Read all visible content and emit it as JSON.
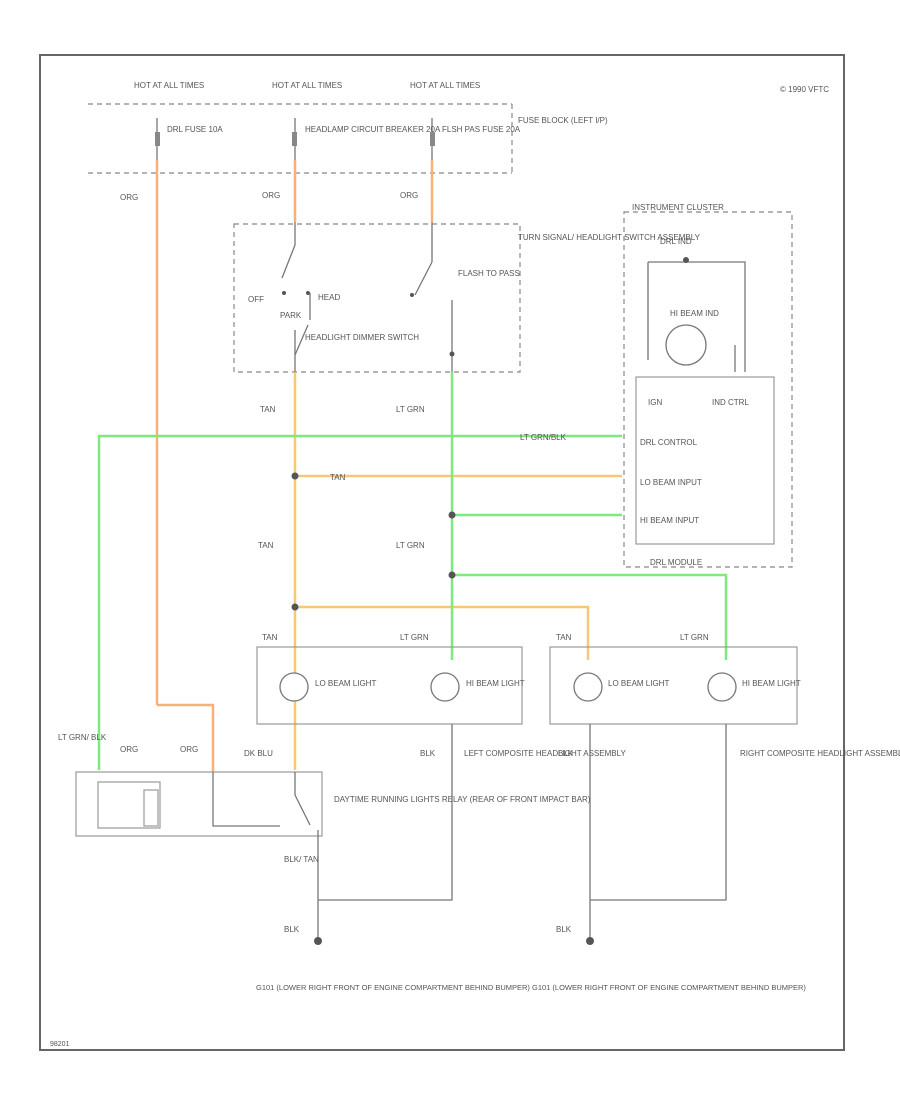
{
  "copyright": "© 1990 VFTC",
  "footer_code": "98201",
  "hot_labels": [
    "HOT AT ALL TIMES",
    "HOT AT ALL TIMES",
    "HOT AT ALL TIMES"
  ],
  "fuses": [
    "DRL FUSE 10A",
    "HEADLAMP CIRCUIT BREAKER 20A",
    "FLSH PAS FUSE 20A"
  ],
  "fuse_block": "FUSE BLOCK (LEFT I/P)",
  "switch_assembly": "TURN SIGNAL/ HEADLIGHT SWITCH ASSEMBLY",
  "switch_labels": {
    "off": "OFF",
    "park": "PARK",
    "head": "HEAD",
    "dimmer": "HEADLIGHT DIMMER SWITCH",
    "flash": "FLASH TO PASS"
  },
  "cluster": {
    "title": "INSTRUMENT CLUSTER",
    "drl_ind": "DRL IND",
    "hi_beam": "HI BEAM IND",
    "ign": "IGN",
    "ind_ctrl": "IND CTRL",
    "drl_control": "DRL CONTROL",
    "lo_beam_input": "LO BEAM INPUT",
    "hi_beam_input": "HI BEAM INPUT",
    "module": "DRL MODULE"
  },
  "wires": {
    "org": "ORG",
    "tan": "TAN",
    "lt_grn": "LT GRN",
    "blk": "BLK",
    "dk_blu": "DK BLU",
    "lt_grn_blk": "LT GRN/ BLK",
    "lt_grn_blk_run": "LT GRN/BLK",
    "tan_blk": "BLK/ TAN"
  },
  "lamps": {
    "lo": "LO BEAM LIGHT",
    "hi": "HI BEAM LIGHT"
  },
  "left_assembly": "LEFT COMPOSITE HEADLIGHT ASSEMBLY",
  "right_assembly": "RIGHT COMPOSITE HEADLIGHT ASSEMBLY",
  "relay": "DAYTIME RUNNING LIGHTS RELAY (REAR OF FRONT IMPACT BAR)",
  "ground_left": "G101 (LOWER RIGHT FRONT OF ENGINE COMPARTMENT BEHIND BUMPER)",
  "ground_right": "G101 (LOWER RIGHT FRONT OF ENGINE COMPARTMENT BEHIND BUMPER)"
}
